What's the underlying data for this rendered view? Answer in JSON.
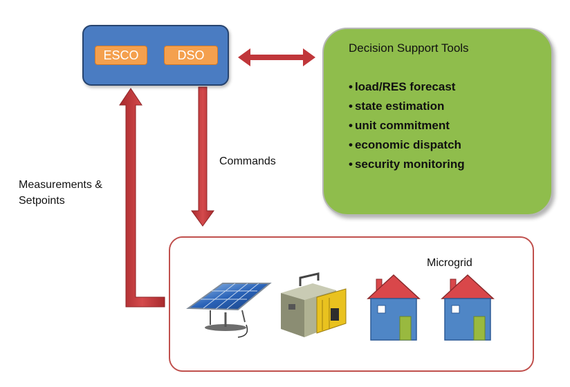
{
  "control_center": {
    "esco_label": "ESCO",
    "dso_label": "DSO"
  },
  "decision_support": {
    "title": "Decision Support Tools",
    "items": [
      "load/RES forecast",
      "state estimation",
      "unit commitment",
      "economic dispatch",
      "security monitoring"
    ]
  },
  "arrows": {
    "commands_label": "Commands",
    "measurements_line1": "Measurements &",
    "measurements_line2": "Setpoints",
    "color": "#c0363a"
  },
  "microgrid": {
    "label": "Microgrid",
    "components": [
      "solar-panel-icon",
      "generator-icon",
      "house-icon",
      "house-icon"
    ]
  },
  "colors": {
    "control_fill": "#4a7cc2",
    "pill_fill": "#f4a04e",
    "dst_fill": "#8fbd4c",
    "microgrid_border": "#c0504d",
    "house_wall": "#4f86c6",
    "house_roof": "#d9474a",
    "house_door": "#99b93f"
  }
}
